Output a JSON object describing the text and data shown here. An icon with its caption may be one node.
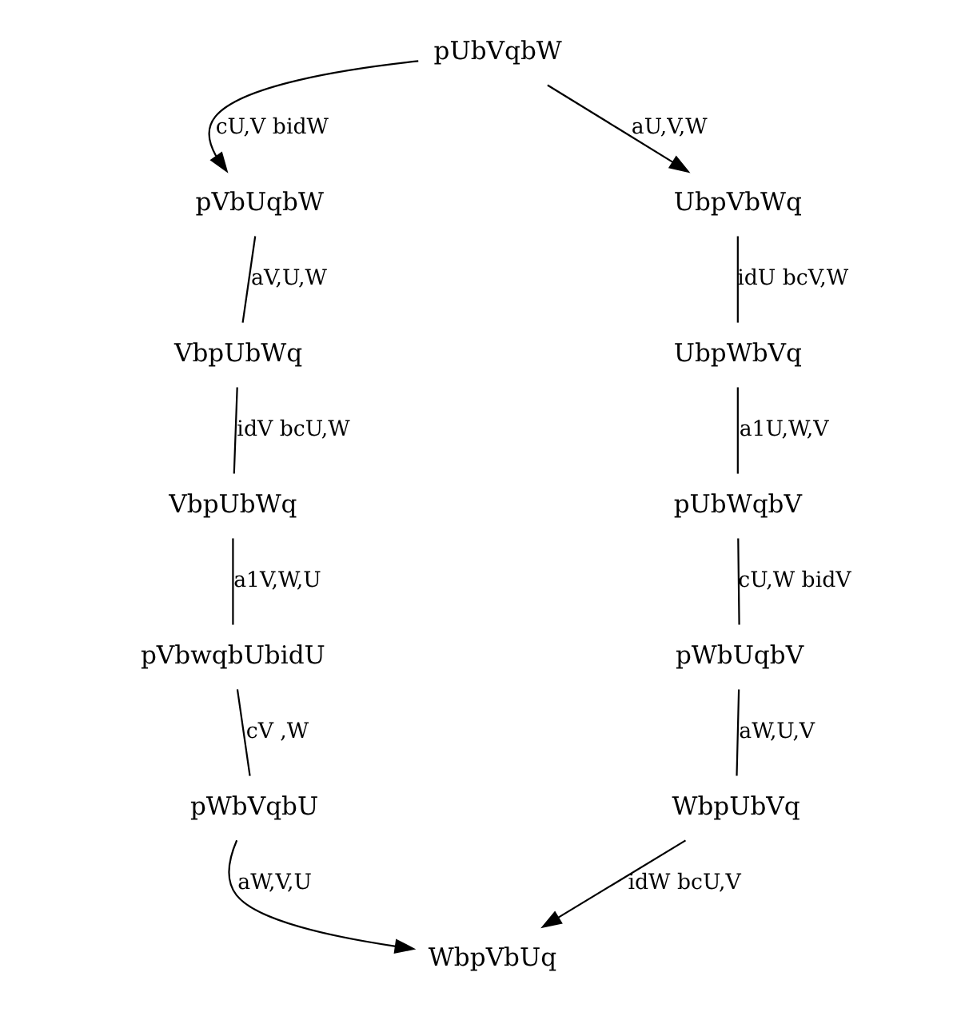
{
  "diagram": {
    "nodes": [
      {
        "text": [
          "pUbVqbW"
        ]
      },
      {
        "text": [
          "pVbUqbW"
        ]
      },
      {
        "text": [
          "UbpVbWq"
        ]
      },
      {
        "text": [
          "VbpUbWq"
        ]
      },
      {
        "text": [
          "UbpWbVq"
        ]
      },
      {
        "text": [
          "VbpUbWq"
        ]
      },
      {
        "text": [
          "pUbWqbV"
        ]
      },
      {
        "text": [
          "pVbwqbUbidU"
        ]
      },
      {
        "text": [
          "pWbUqbV"
        ]
      },
      {
        "text": [
          "pWbVqbU"
        ]
      },
      {
        "text": [
          "WbpUbVq"
        ]
      },
      {
        "text": [
          "WbpVbUq"
        ]
      }
    ],
    "edges": [
      {
        "from": 0,
        "to": 1,
        "arrow": "to",
        "label": "cU,V bidW"
      },
      {
        "from": 0,
        "to": 2,
        "arrow": "to",
        "label": "aU,V,W"
      },
      {
        "from": 1,
        "to": 3,
        "arrow": "none",
        "label": "aV,U,W"
      },
      {
        "from": 2,
        "to": 4,
        "arrow": "none",
        "label": "idU bcV,W"
      },
      {
        "from": 3,
        "to": 5,
        "arrow": "none",
        "label": "idV bcU,W"
      },
      {
        "from": 4,
        "to": 6,
        "arrow": "none",
        "label": "a1U,W,V"
      },
      {
        "from": 5,
        "to": 7,
        "arrow": "none",
        "label": "a1V,W,U"
      },
      {
        "from": 6,
        "to": 8,
        "arrow": "none",
        "label": "cU,W bidV"
      },
      {
        "from": 7,
        "to": 9,
        "arrow": "none",
        "label": "cV ,W"
      },
      {
        "from": 8,
        "to": 10,
        "arrow": "none",
        "label": "aW,U,V"
      },
      {
        "from": 9,
        "to": 11,
        "arrow": "to",
        "label": "aW,V,U"
      },
      {
        "from": 10,
        "to": 11,
        "arrow": "to",
        "label": "idW bcU,V"
      }
    ]
  }
}
